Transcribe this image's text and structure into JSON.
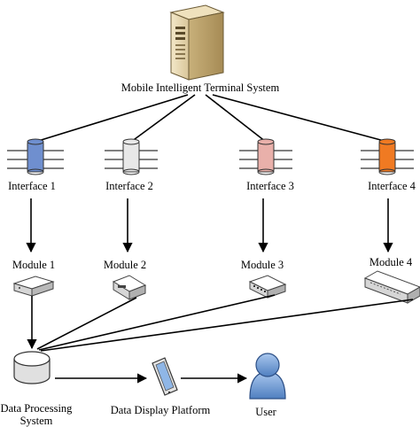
{
  "server": {
    "label": "Mobile Intelligent Terminal System"
  },
  "interfaces": [
    {
      "label": "Interface 1",
      "color": "#6f8fcf"
    },
    {
      "label": "Interface 2",
      "color": "#e8e8e8"
    },
    {
      "label": "Interface 3",
      "color": "#e9b0aa"
    },
    {
      "label": "Interface 4",
      "color": "#f07a22"
    }
  ],
  "modules": [
    {
      "label": "Module 1"
    },
    {
      "label": "Module 2"
    },
    {
      "label": "Module 3"
    },
    {
      "label": "Module 4"
    }
  ],
  "data_processing": {
    "label_line1": "Data Processing",
    "label_line2": "System"
  },
  "display": {
    "label": "Data Display Platform"
  },
  "user": {
    "label": "User"
  }
}
